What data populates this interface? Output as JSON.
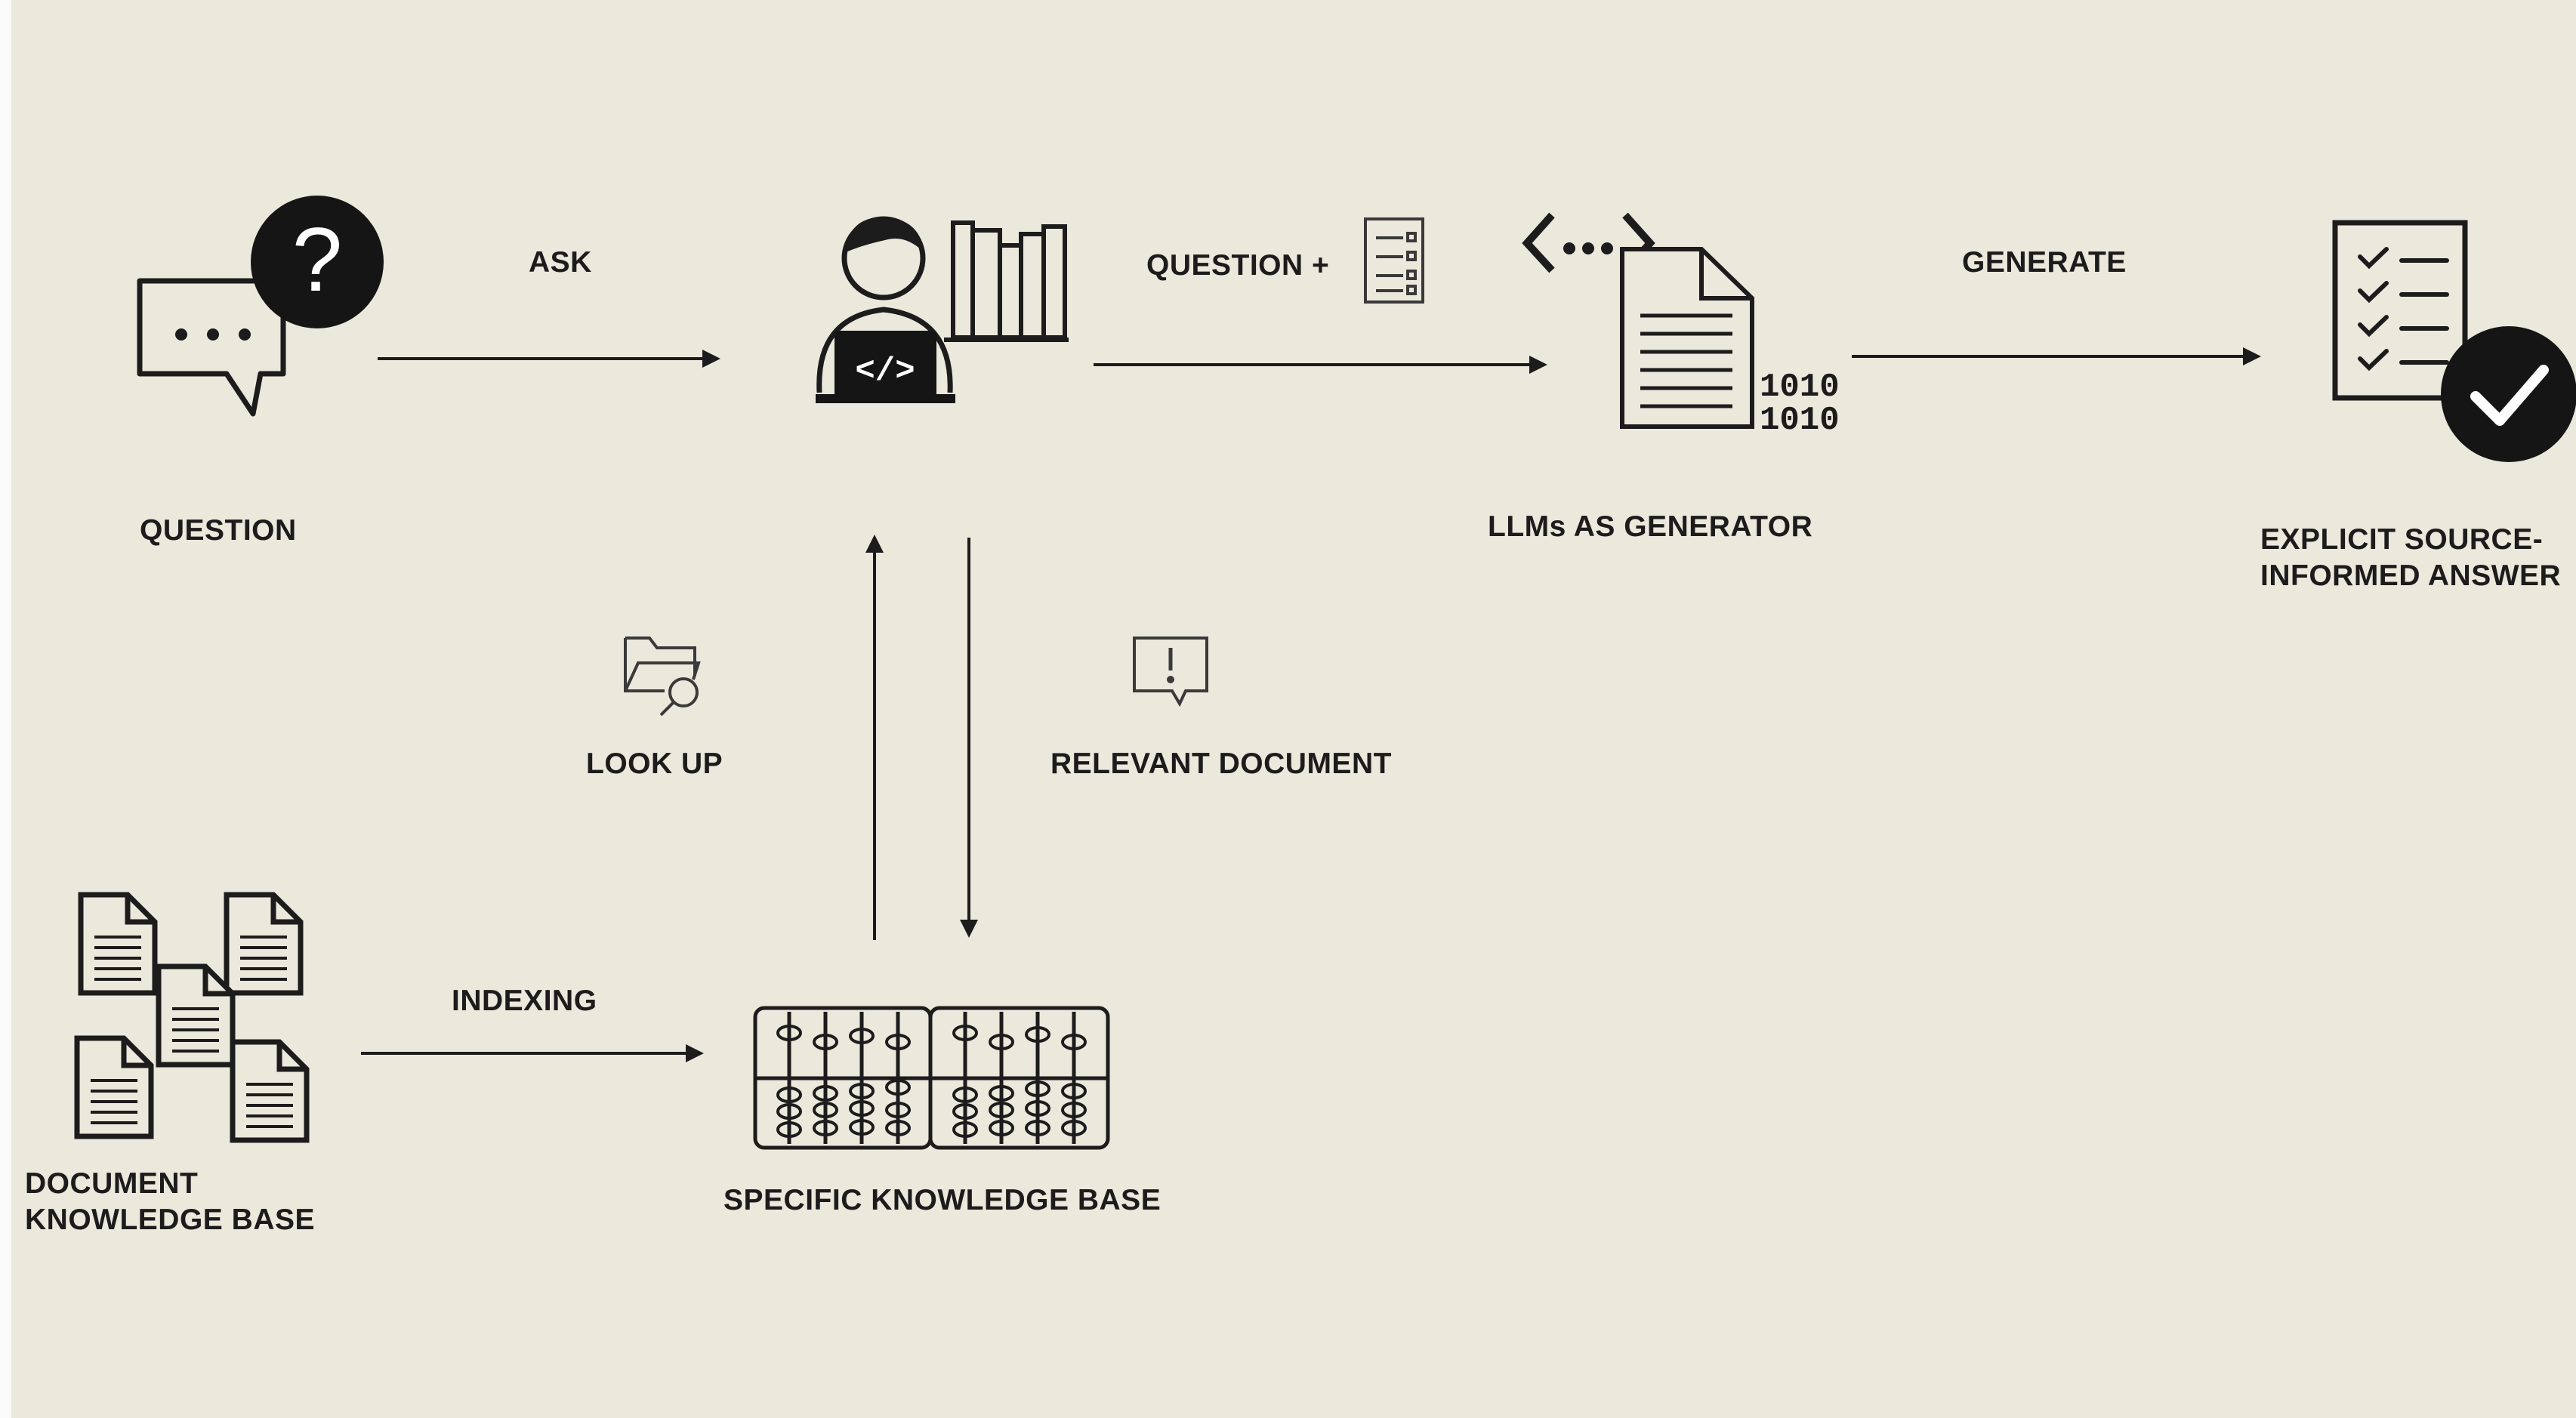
{
  "labels": {
    "question": "QUESTION",
    "ask": "ASK",
    "question_plus": "QUESTION  +",
    "llms_as_generator": "LLMs AS GENERATOR",
    "generate": "GENERATE",
    "explicit_answer_line1": "EXPLICIT SOURCE-",
    "explicit_answer_line2": "INFORMED ANSWER",
    "look_up": "LOOK UP",
    "relevant_document": "RELEVANT DOCUMENT",
    "document_kb_line1": "DOCUMENT",
    "document_kb_line2": "KNOWLEDGE BASE",
    "indexing": "INDEXING",
    "specific_kb": "SPECIFIC KNOWLEDGE BASE",
    "question_mark": "?",
    "binary_line1": "1010",
    "binary_line2": "1010"
  },
  "icons": {
    "question": "speech-bubble-question-icon",
    "developer": "developer-laptop-books-icon",
    "question_doc": "small-list-document-icon",
    "generator": "code-document-binary-icon",
    "answer": "checklist-checkmark-icon",
    "look_up": "folder-search-icon",
    "relevant": "alert-speech-bubble-icon",
    "documents": "document-cluster-icon",
    "knowledge_base": "abacus-database-icon"
  },
  "colors": {
    "background": "#ebe8dc",
    "ink": "#1c1c1c",
    "light_ink": "#3a3a3a"
  }
}
